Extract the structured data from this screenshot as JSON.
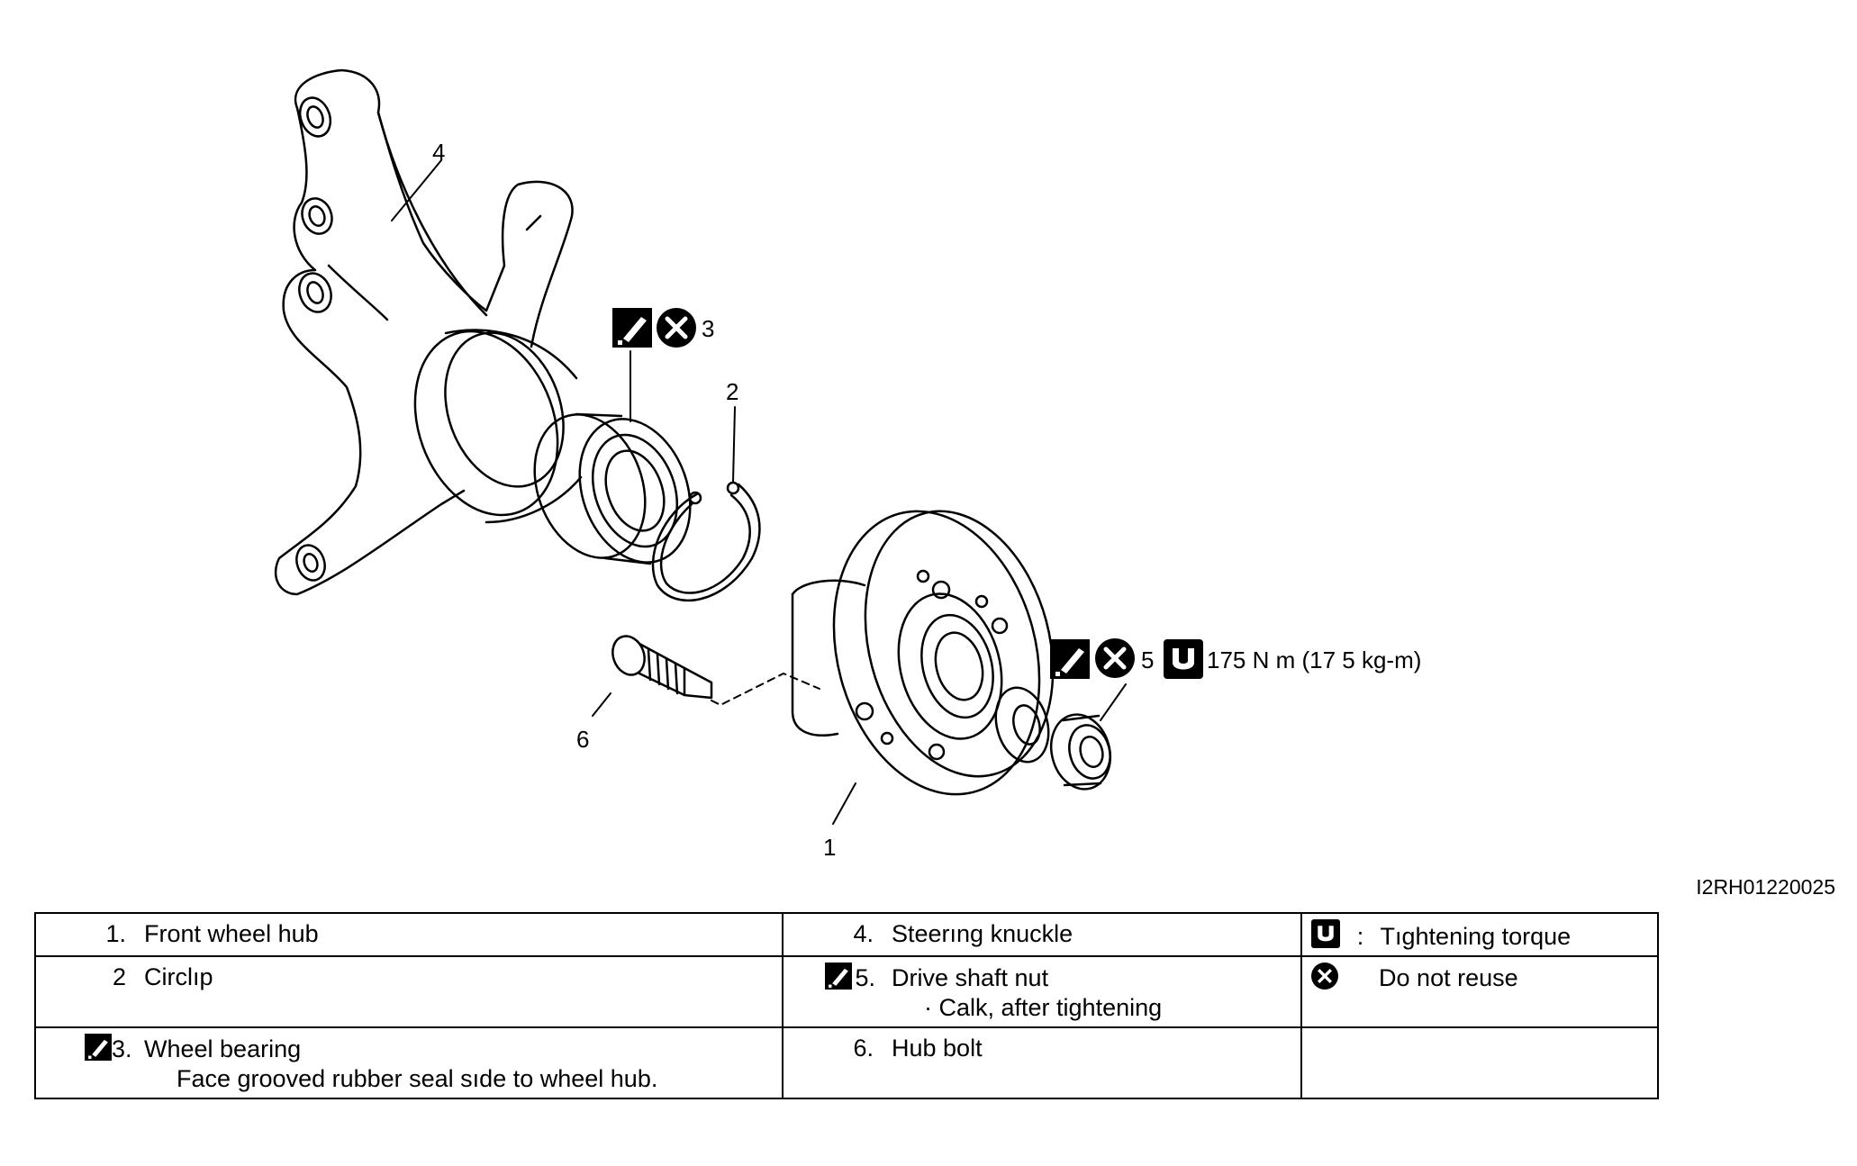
{
  "diagram": {
    "callouts": {
      "c1": "1",
      "c2": "2",
      "c3": "3",
      "c4": "4",
      "c5": "5",
      "c6": "6",
      "torque_value": "175 N m (17 5 kg-m)"
    },
    "reference_code": "I2RH01220025",
    "icons": [
      "grease-apply-icon",
      "do-not-reuse-icon",
      "tightening-torque-icon"
    ]
  },
  "legend": {
    "rows": [
      {
        "col1": {
          "num": "1.",
          "label": "Front wheel hub",
          "note": ""
        },
        "col2": {
          "num": "4.",
          "label": "Steerıng knuckle",
          "note": ""
        },
        "col3": {
          "sep": ":",
          "label": "Tıghtening torque"
        }
      },
      {
        "col1": {
          "num": "2",
          "label": "Circlıp",
          "note": ""
        },
        "col2": {
          "num": "5.",
          "label": "Drive shaft nut",
          "note": "· Calk, after tightening"
        },
        "col3": {
          "sep": "",
          "label": "Do not reuse"
        }
      },
      {
        "col1": {
          "num": "3.",
          "label": "Wheel bearing",
          "note": "Face grooved rubber seal sıde to wheel hub."
        },
        "col2": {
          "num": "6.",
          "label": "Hub bolt",
          "note": ""
        },
        "col3": {
          "sep": "",
          "label": ""
        }
      }
    ]
  }
}
